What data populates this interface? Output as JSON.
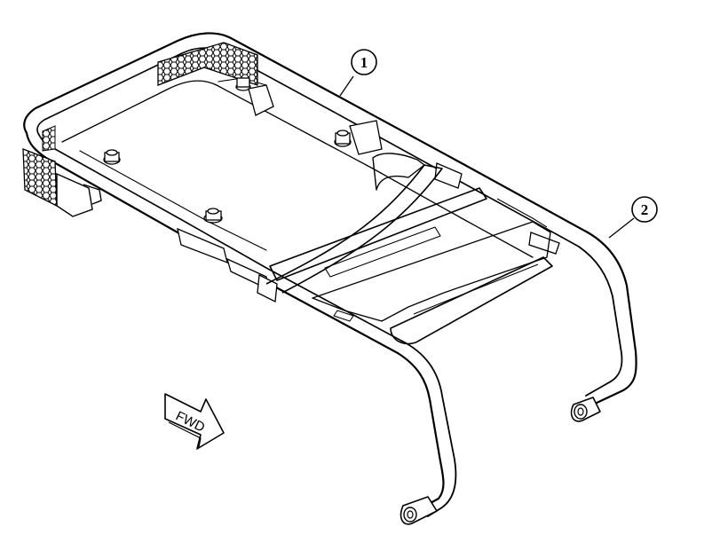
{
  "diagram": {
    "callouts": [
      {
        "id": "callout-1",
        "text": "1"
      },
      {
        "id": "callout-2",
        "text": "2"
      }
    ],
    "direction_label": "FWD"
  }
}
